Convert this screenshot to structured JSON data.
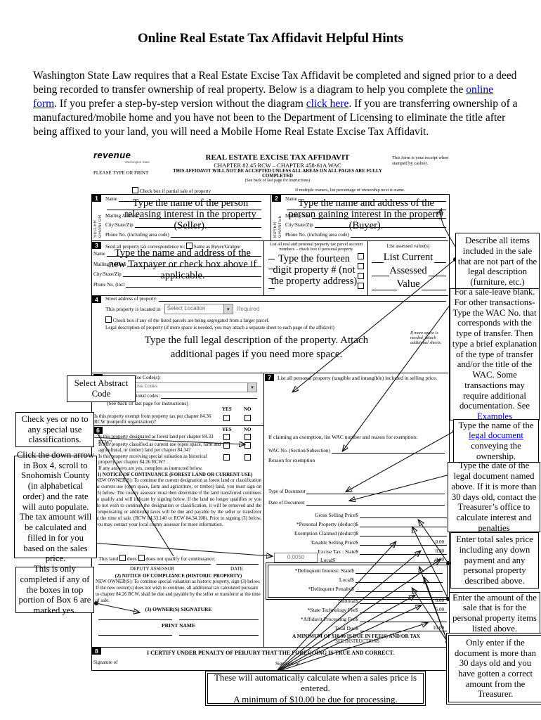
{
  "colors": {
    "link_blue": "#0000cc"
  },
  "page": {
    "title": "Online Real Estate Tax Affidavit Helpful Hints",
    "intro": {
      "t1": "Washington State Law requires that a Real Estate Excise Tax Affidavit be completed and signed prior to a deed being recorded to transfer ownership of real property. Below is a diagram to help you complete the ",
      "link1": "online form",
      "t2": ". If you prefer a step-by-step version without the diagram ",
      "link2": "click here",
      "t3": ". If you are transferring ownership of a manufactured/mobile home and you have not been to the Department of Licensing to eliminate the title after being affixed to your land, you will need a Mobile Home Real Estate Excise Tax Affidavit."
    }
  },
  "form": {
    "logo": {
      "brand": "revenue",
      "sub": "Washington State"
    },
    "please_type": "PLEASE TYPE OR PRINT",
    "title": "REAL ESTATE EXCISE TAX AFFIDAVIT",
    "chapter": "CHAPTER 82.45 RCW – CHAPTER 458-61A WAC",
    "notice": "THIS AFFIDAVIT WILL NOT BE ACCEPTED UNLESS ALL AREAS ON ALL PAGES ARE FULLY COMPLETED",
    "see_back": "(See back of last page for instructions)",
    "receipt": "This form is your receipt when stamped by cashier.",
    "partial_sale": "Check box if partial sale of property",
    "multiple_owners": "If multiple owners, list percentage of ownership next to name.",
    "seller": {
      "num": "1",
      "side1": "SELLER",
      "side2": "GRANTOR",
      "name": "Name",
      "mailing": "Mailing Address",
      "city": "City/State/Zip",
      "phone": "Phone No. (including area code)",
      "hint": "Type the name of the person releasing interest in the property (Seller)."
    },
    "buyer": {
      "num": "2",
      "side1": "BUYER",
      "side2": "GRANTEE",
      "name": "Name",
      "mailing": "Mailing Add",
      "city": "City/State/Zip",
      "phone": "Phone No. (including area code)",
      "hint": "Type the name and address of the person gaining interest in the property (Buyer)."
    },
    "tax": {
      "num": "3",
      "header": "Send all property tax correspondence to:",
      "same_as": "Same as Buyer/Grantee",
      "name": "Name",
      "mailing": "Mailing Address",
      "city": "City/State/Zip",
      "phone": "Phone No. (incl",
      "hint": "Type the name and address of the new Taxpayer or check box above if applicable.",
      "parcel_header": "List all real and personal property tax parcel account numbers – check box if personal property",
      "parcel_hint": "Type the fourteen digit property # (not the property address)",
      "assessed_header": "List assessed value(s)",
      "assessed_hint1": "List Current",
      "assessed_hint2": "Assessed",
      "assessed_hint3": "Value"
    },
    "property": {
      "num": "4",
      "street": "Street address of property:",
      "located": "This property is located in",
      "select_location": "Select Location",
      "required": "Required",
      "segregated": "Check box if any of the listed parcels are being segregated from a larger parcel.",
      "legal": "Legal description of property (if more space is needed, you may attach a separate sheet to each page of the affidavit)",
      "hint": "Type the full legal description of the property. Attach additional pages if you need more space.",
      "more_space": "If more space is needed, attach additional sheets."
    },
    "land_use": {
      "num": "5",
      "label": "Select Land Use Code(s):",
      "dropdown": "Select Land Use Codes",
      "additional": "enter any additional codes:",
      "see_back": "(See back of last page for instructions)",
      "yes": "YES",
      "no": "NO",
      "q_exempt": "Is this property exempt from property tax per chapter 84.36 RCW (nonprofit organization)?"
    },
    "designation": {
      "num": "6",
      "yes": "YES",
      "no": "NO",
      "q_forest": "Is this property designated as forest land per chapter 84.33 RCW?",
      "q_current": "Is this property classified as current use (open space, farm and agricultural, or timber) land per chapter 84.34?",
      "q_historic": "Is this property receiving special valuation as historical property per chapter 84.26 RCW?",
      "if_yes": "If any answers are yes, complete as instructed below.",
      "n1_title": "(1) NOTICE OF CONTINUANCE (FOREST LAND OR CURRENT USE)",
      "n1_body": "NEW OWNER(S): To continue the current designation as forest land or classification as current use (open space, farm and agriculture, or timber) land, you must sign on (3) below. The county assessor must then determine if the land transferred continues to qualify and will indicate by signing below. If the land no longer qualifies or you do not wish to continue the designation or classification, it will be removed and the compensating or additional taxes will be due and payable by the seller or transferor at the time of sale. (RCW 84.33.140 or RCW 84.34.108). Prior to signing (3) below, you may contact your local county assessor for more information.",
      "this_land": "This land",
      "does": "does",
      "does_not": "does not",
      "qualify": "qualify for continuance.",
      "deputy": "DEPUTY ASSESSOR",
      "date": "DATE",
      "n2_title": "(2) NOTICE OF COMPLIANCE (HISTORIC PROPERTY)",
      "n2_body": "NEW OWNER(S): To continue special valuation as historic property, sign (3) below. If the new owner(s) does not wish to continue, all additional tax calculated pursuant to chapter 84.26 RCW, shall be due and payable by the seller or transferor at the time of sale.",
      "owners_sig": "(3) OWNER(S) SIGNATURE",
      "print_name": "PRINT NAME"
    },
    "personal_property": {
      "num": "7",
      "list_label": "List all personal property (tangible and intangible) included in selling price.",
      "exemption_label": "If claiming an exemption, list WAC number and reason for exemption:",
      "wac": "WAC No. (Section/Subsection)",
      "reason": "Reason for exemption",
      "type_doc": "Type of Document",
      "date_doc": "Date of Document",
      "dollar": "$"
    },
    "money": {
      "rate": "0.0050",
      "gross": {
        "label": "Gross Selling Price",
        "value": ""
      },
      "personal": {
        "label": "*Personal Property (deduct)",
        "value": ""
      },
      "exemption": {
        "label": "Exemption Claimed (deduct)",
        "value": ""
      },
      "taxable": {
        "label": "Taxable Selling Price",
        "value": "0.00"
      },
      "excise": {
        "label": "Excise Tax : State",
        "value": "0.00"
      },
      "local": {
        "label": "Local",
        "value": "0.00"
      },
      "delinq_interest": {
        "label": "*Delinquent Interest: State",
        "value": ""
      },
      "delinq_local": {
        "label": "Local",
        "value": ""
      },
      "delinq_penalty": {
        "label": "*Delinquent Penalty",
        "value": ""
      },
      "subtotal": {
        "label": "Subtotal",
        "value": "0.00"
      },
      "tech_fee": {
        "label": "*State Technology Fee",
        "value": "5.00"
      },
      "processing": {
        "label": "*Affidavit Processing Fee",
        "value": ""
      },
      "total": {
        "label": "Total Due",
        "value": "10.00"
      },
      "minimum": "A MINIMUM OF $10.00 IS DUE IN FEE(S) AND/OR TAX",
      "see_instructions": "*SEE INSTRUCTIONS"
    },
    "certify": {
      "num": "8",
      "text": "I CERTIFY UNDER PENALTY OF PERJURY THAT THE FOREGOING IS TRUE AND CORRECT.",
      "sig_left": "Signature of",
      "sig_right": "Signature of"
    }
  },
  "callouts": {
    "left": [
      {
        "text": "Select Abstract Code"
      },
      {
        "text": "Check yes or no to any special use classifications."
      },
      {
        "text": "Click the down arrow in Box 4, scroll to Snohomish County (in alphabetical order) and the rate will auto populate. The tax amount will be calculated and filled in for you based on the sales price."
      },
      {
        "text": "This is only completed if any of the boxes in top portion of Box 6 are marked yes."
      }
    ],
    "right": [
      {
        "text": "Describe all items included in the sale that are not part of the legal description (furniture, etc.)"
      },
      {
        "pre": "For a sale-leave blank. For other transactions- Type the WAC No. that corresponds with the type of transfer. Then type a brief explanation of the type of transfer and/or the title of the WAC. Some transactions may require additional documentation. See ",
        "link": "Examples"
      },
      {
        "pre": "Type the name of the ",
        "link": "legal document",
        "post": " conveying the ownership."
      },
      {
        "text": "Type the date of the legal document named above. If it is more than 30 days old, contact the Treasurer’s office to calculate interest and penalties"
      },
      {
        "text": "Enter total sales price including any down payment and any personal property described above."
      },
      {
        "text": "Enter the amount of the sale that is for the personal property items listed above."
      },
      {
        "text": "Only enter if the document is more than 30 days old and you have gotten a correct amount from the Treasurer."
      }
    ],
    "bottom": {
      "line1": "These will automatically calculate when a sales price is entered.",
      "line2": "A minimum of $10.00 be due for processing."
    }
  }
}
